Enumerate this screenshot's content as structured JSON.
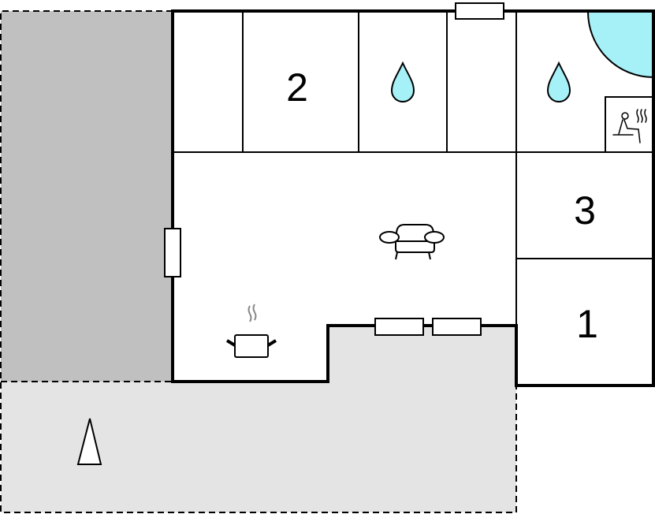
{
  "plan": {
    "rooms": [
      {
        "id": "bedroom-2",
        "label": "2"
      },
      {
        "id": "bedroom-3",
        "label": "3"
      },
      {
        "id": "bedroom-1",
        "label": "1"
      }
    ],
    "icons": [
      "water-drop-icon",
      "water-drop-icon",
      "sauna-icon",
      "sofa-icon",
      "cooking-pot-icon",
      "parasol-icon",
      "hot-tub-icon"
    ],
    "colors": {
      "wall": "#000000",
      "garden": "#c0c0c0",
      "terrace": "#e4e4e4",
      "water": "#a6f0f7",
      "room": "#ffffff"
    }
  }
}
